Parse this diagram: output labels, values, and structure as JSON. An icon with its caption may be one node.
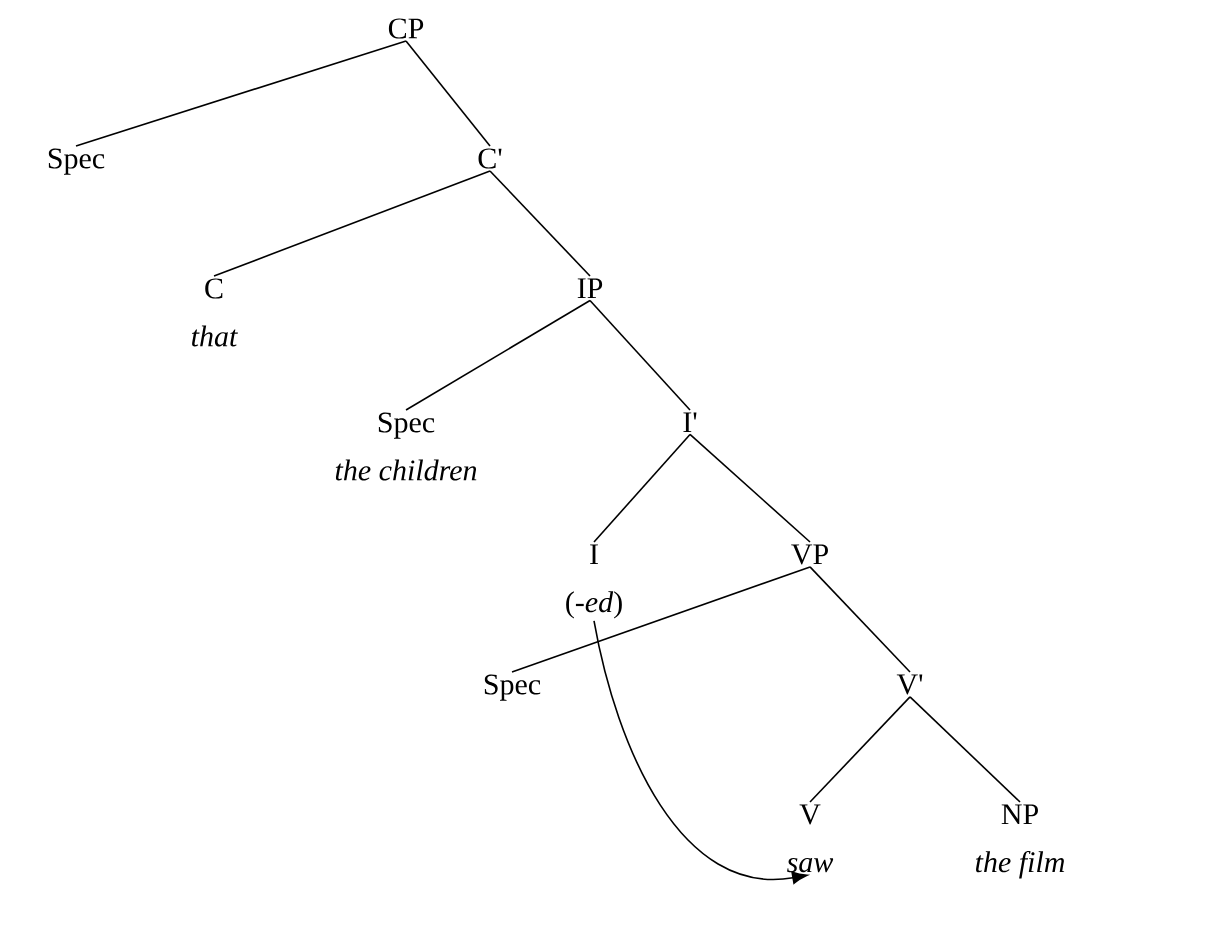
{
  "diagram": {
    "nodes": [
      {
        "text": [
          "CP"
        ]
      },
      {
        "text": [
          "Spec"
        ]
      },
      {
        "text": [
          "C'"
        ]
      },
      {
        "text": [
          "C",
          "that"
        ]
      },
      {
        "text": [
          "IP"
        ]
      },
      {
        "text": [
          "Spec",
          "the children"
        ]
      },
      {
        "text": [
          "I'"
        ]
      },
      {
        "text": [
          "I",
          "(-*ed*)"
        ]
      },
      {
        "text": [
          "VP"
        ]
      },
      {
        "text": [
          "Spec"
        ]
      },
      {
        "text": [
          "V'"
        ]
      },
      {
        "text": [
          "V",
          "saw"
        ]
      },
      {
        "text": [
          "NP",
          "the film"
        ]
      }
    ],
    "edges": [
      {
        "from": 0,
        "to": 1,
        "arrow": "none"
      },
      {
        "from": 0,
        "to": 2,
        "arrow": "none"
      },
      {
        "from": 2,
        "to": 3,
        "arrow": "none"
      },
      {
        "from": 2,
        "to": 4,
        "arrow": "none"
      },
      {
        "from": 4,
        "to": 5,
        "arrow": "none"
      },
      {
        "from": 4,
        "to": 6,
        "arrow": "none"
      },
      {
        "from": 6,
        "to": 7,
        "arrow": "none"
      },
      {
        "from": 6,
        "to": 8,
        "arrow": "none"
      },
      {
        "from": 8,
        "to": 9,
        "arrow": "none"
      },
      {
        "from": 8,
        "to": 10,
        "arrow": "none"
      },
      {
        "from": 10,
        "to": 11,
        "arrow": "none"
      },
      {
        "from": 10,
        "to": 12,
        "arrow": "none"
      },
      {
        "from": 7,
        "to": 11,
        "arrow": "to"
      }
    ]
  }
}
